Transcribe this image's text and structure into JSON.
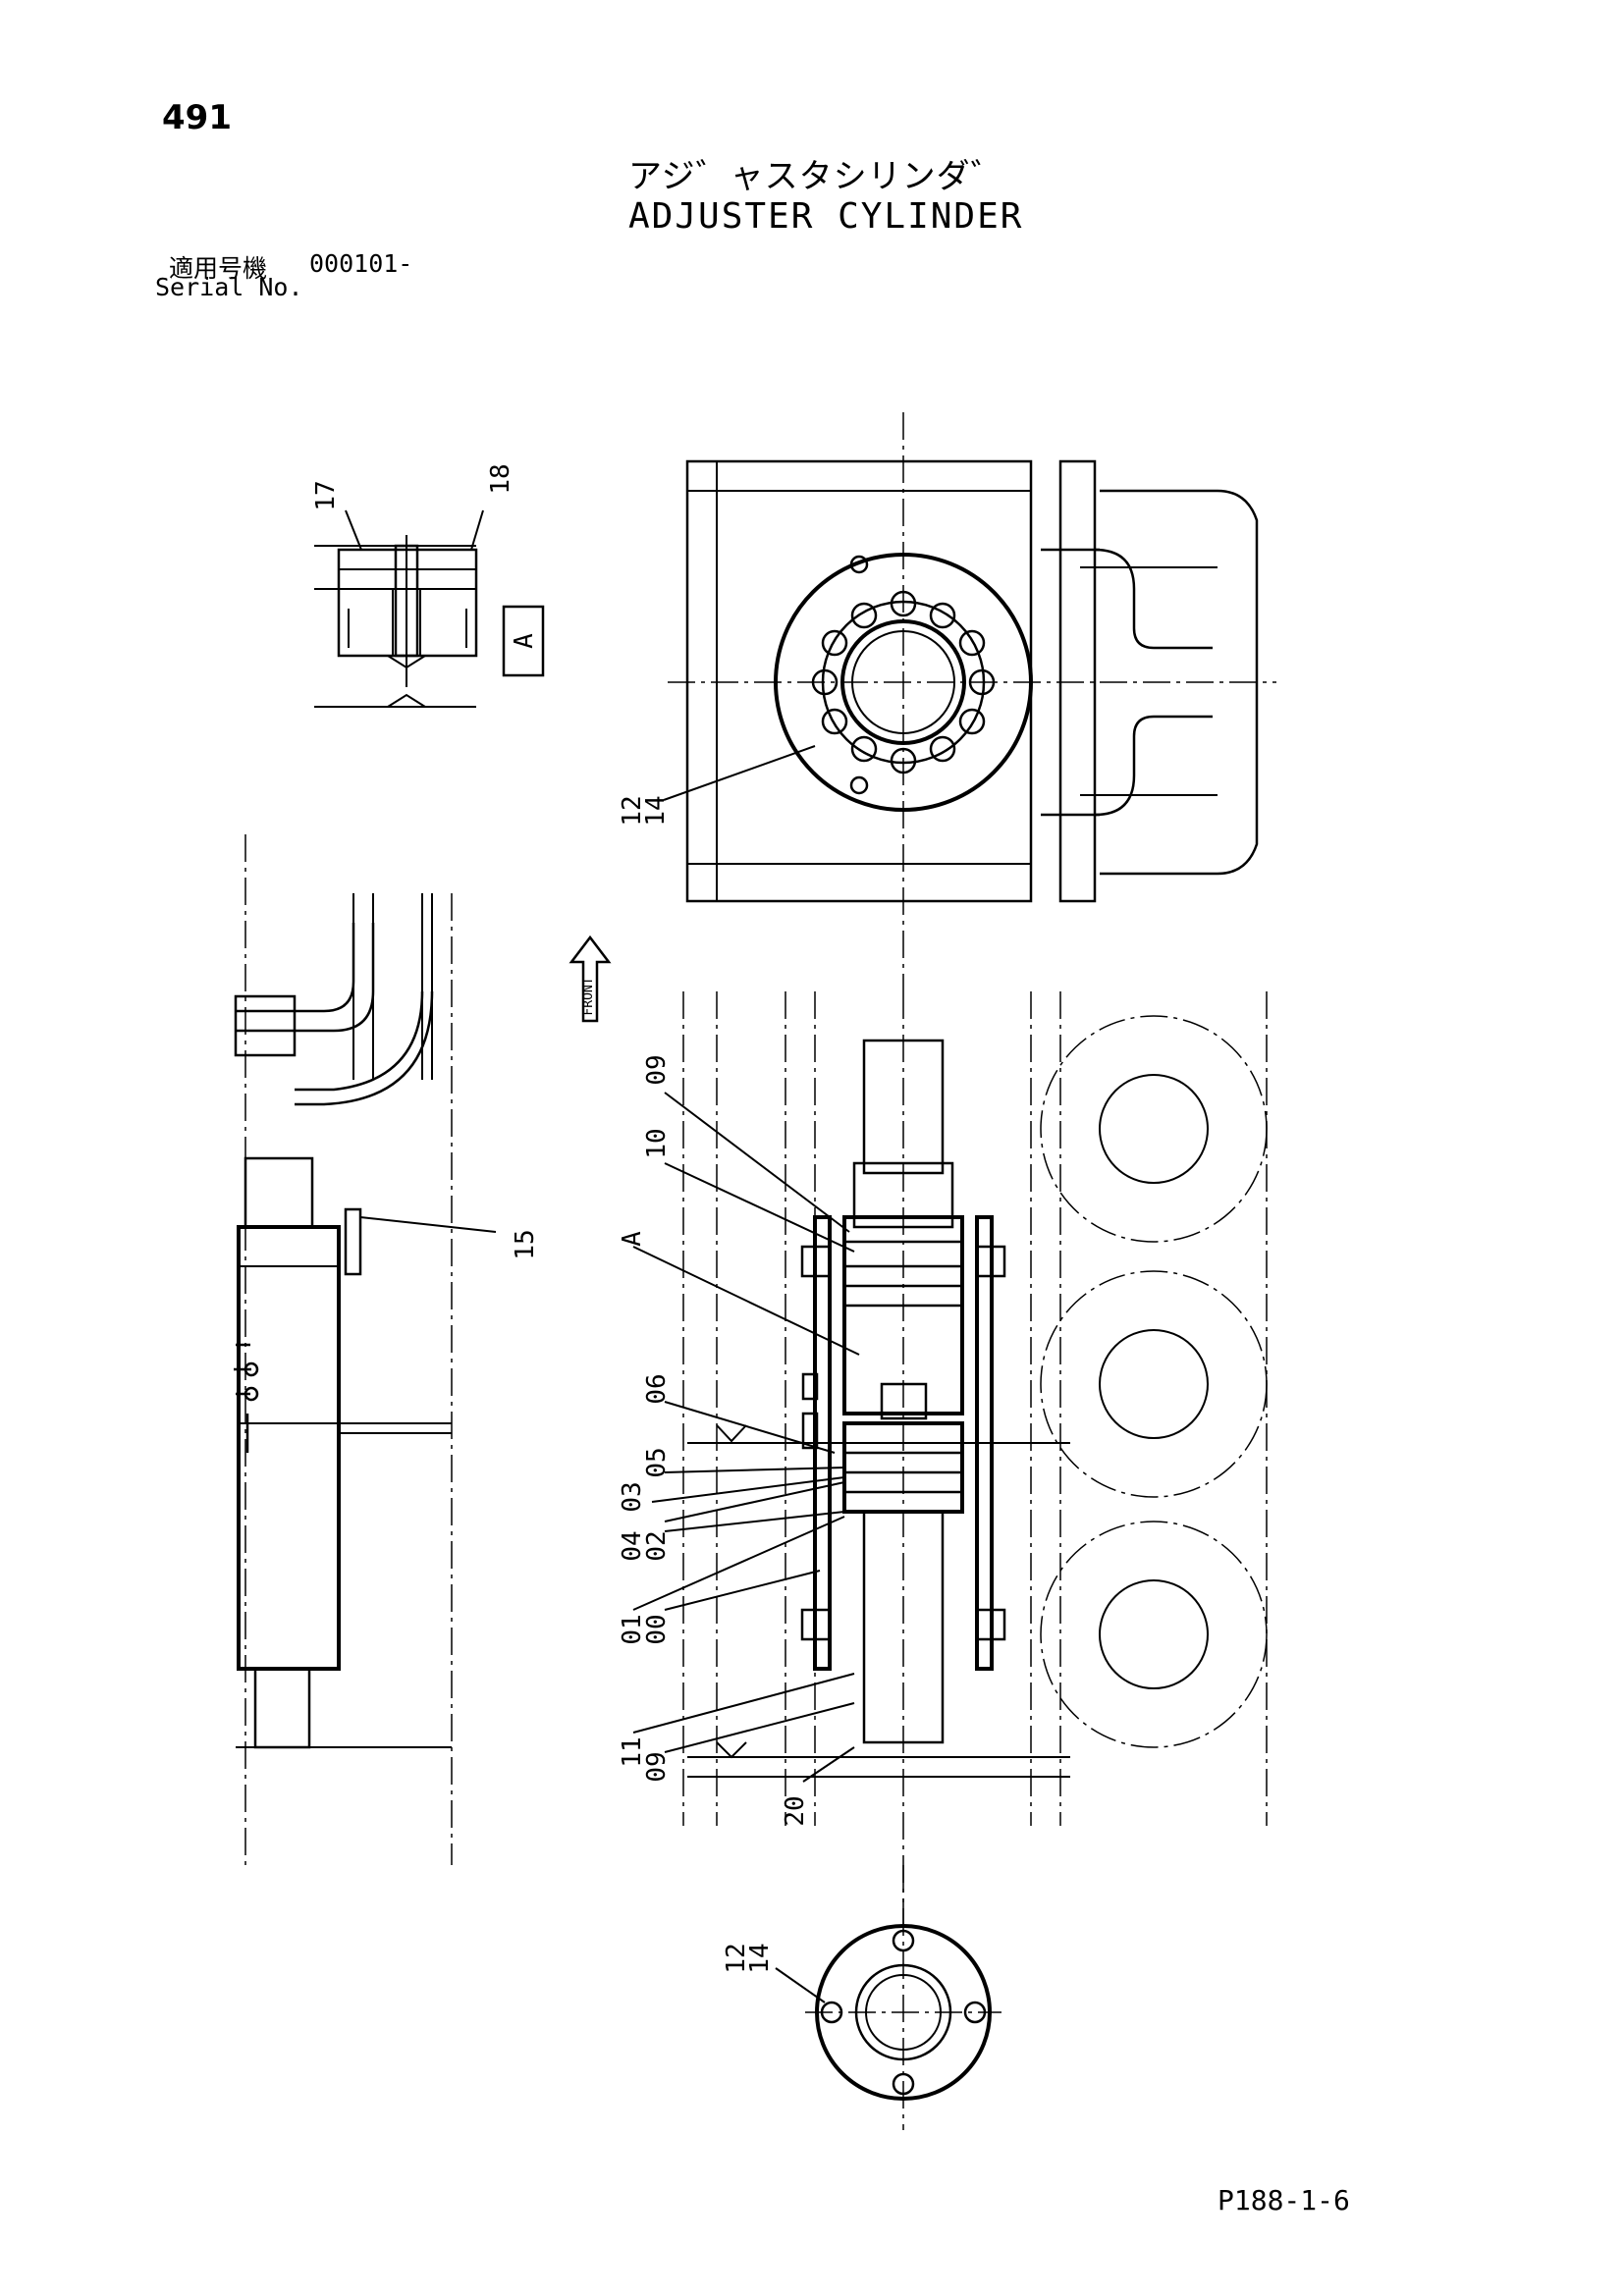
{
  "header": {
    "page_number": "491",
    "title_jp": "アジ゛ャスタシリンダ゛",
    "title_en": "ADJUSTER CYLINDER",
    "serial_label_jp": "適用号機",
    "serial_value": "000101-",
    "serial_label_en": "Serial No."
  },
  "footer": {
    "page_code": "P188-1-6"
  },
  "drawing": {
    "detail_tag": "A",
    "front_arrow_label": "FRONT",
    "part_labels": {
      "p17": "17",
      "p18": "18",
      "p12_top": "12",
      "p14_top": "14",
      "p09_top": "09",
      "p10": "10",
      "p15": "15",
      "pA": "A",
      "p06": "06",
      "p05": "05",
      "p04": "04",
      "p03": "03",
      "p02": "02",
      "p01": "01",
      "p00": "00",
      "p11": "11",
      "p09_bottom": "09",
      "p20": "20",
      "p12_bottom": "12",
      "p14_bottom": "14"
    }
  }
}
